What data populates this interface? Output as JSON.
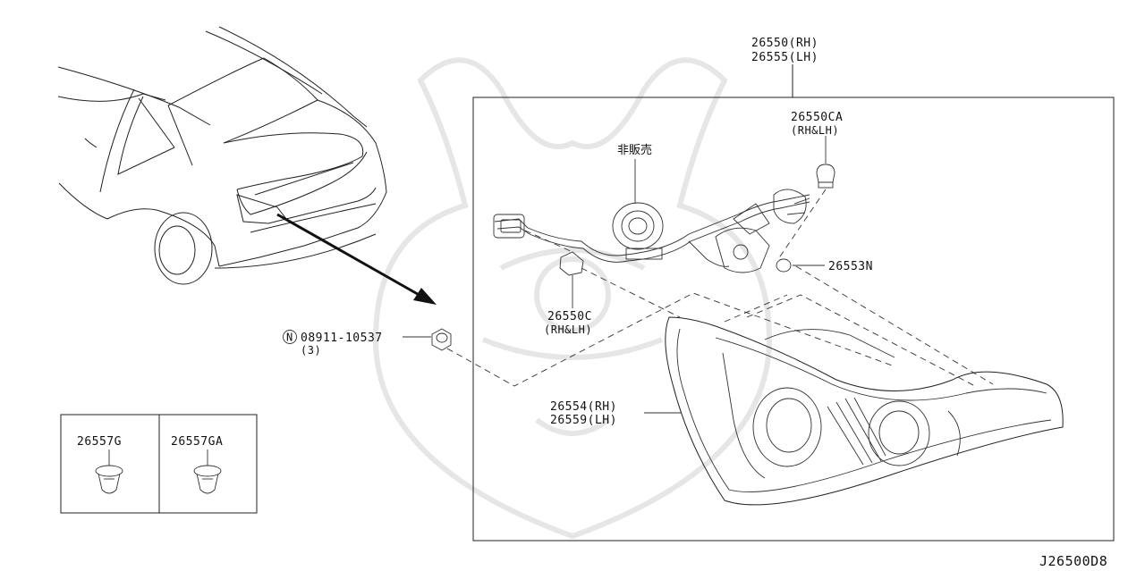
{
  "parts": {
    "assembly": {
      "number_rh": "26550(RH)",
      "number_lh": "26555(LH)"
    },
    "bulb_top": {
      "number": "26550CA",
      "side": "(RH&LH)"
    },
    "not_sold": {
      "label": "非販売"
    },
    "grommet": {
      "number": "26553N"
    },
    "bulb_small": {
      "number": "26550C",
      "side": "(RH&LH)"
    },
    "nut": {
      "symbol": "N",
      "number": "08911-10537",
      "qty": "(3)"
    },
    "lens_housing": {
      "number_rh": "26554(RH)",
      "number_lh": "26559(LH)"
    },
    "clip_a": {
      "number": "26557G"
    },
    "clip_b": {
      "number": "26557GA"
    }
  },
  "diagram_code": "J26500D8"
}
